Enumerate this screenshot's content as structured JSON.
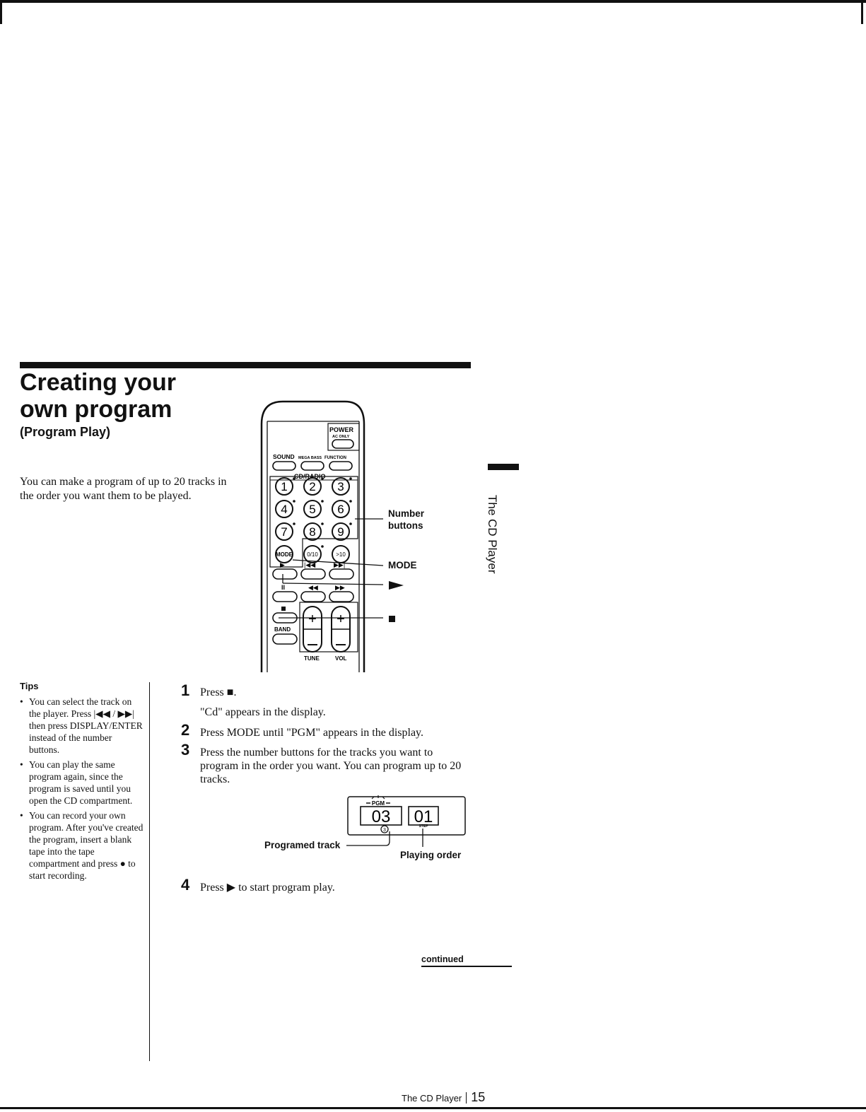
{
  "page": {
    "title_line1": "Creating your",
    "title_line2": "own program",
    "subtitle": "(Program Play)",
    "intro": "You can make a program of up to 20 tracks in the order you want them to be played.",
    "side_tab": "The CD Player"
  },
  "remote": {
    "labels": {
      "power": "POWER",
      "ac_only": "AC ONLY",
      "sound": "SOUND",
      "mega_bass": "MEGA BASS",
      "function": "FUNCTION",
      "cd_radio": "CD/RADIO",
      "mode": "MODE",
      "zero_ten": "0/10",
      "gt_ten": ">10",
      "band": "BAND",
      "tune": "TUNE",
      "vol": "VOL"
    },
    "number_buttons": [
      "1",
      "2",
      "3",
      "4",
      "5",
      "6",
      "7",
      "8",
      "9"
    ],
    "callouts": {
      "number_buttons": "Number\nbuttons",
      "mode": "MODE"
    }
  },
  "tips": {
    "title": "Tips",
    "items": [
      "You can select the track on the player. Press |◀◀ / ▶▶| then press DISPLAY/ENTER instead of the number buttons.",
      "You can play the same program again, since the program is saved until you open the CD compartment.",
      "You can record your own program. After you've created the program, insert a blank tape into the tape compartment and press ● to start recording."
    ]
  },
  "steps": [
    {
      "num": "1",
      "text": "Press ■.",
      "sub": "\"Cd\" appears in the display."
    },
    {
      "num": "2",
      "text": "Press MODE until \"PGM\" appears in the display."
    },
    {
      "num": "3",
      "text": "Press the number buttons for the tracks you want to program in the order you want. You can program up to 20 tracks."
    },
    {
      "num": "4",
      "text": "Press ▶ to start program play."
    }
  ],
  "display": {
    "pgm": "PGM",
    "track_digits": "03",
    "order_digits": "01",
    "step_label": "STEP",
    "track_badge": "3",
    "programed_track": "Programed track",
    "playing_order": "Playing order"
  },
  "footer": {
    "continued": "continued",
    "section": "The CD Player",
    "page_number": "15"
  }
}
